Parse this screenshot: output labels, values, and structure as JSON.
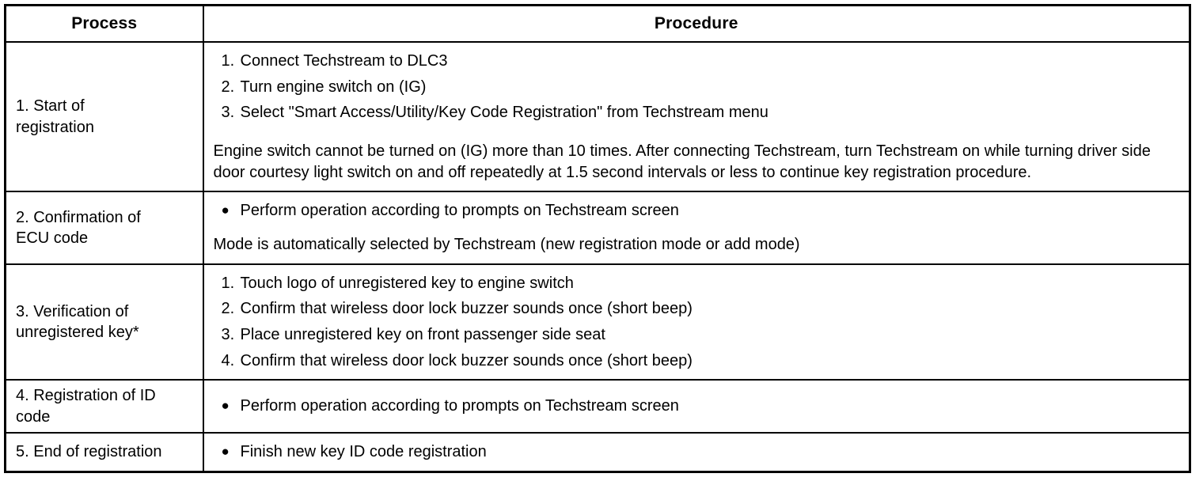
{
  "table": {
    "headers": {
      "process": "Process",
      "procedure": "Procedure"
    },
    "rows": [
      {
        "process": "1. Start of registration",
        "process_lines": [
          "1. Start of",
          "registration"
        ],
        "steps": [
          {
            "num": "1.",
            "text": "Connect Techstream to DLC3"
          },
          {
            "num": "2.",
            "text": "Turn engine switch on (IG)"
          },
          {
            "num": "3.",
            "text": "Select \"Smart Access/Utility/Key Code Registration\" from Techstream menu"
          }
        ],
        "note": "Engine switch cannot be turned on (IG) more than 10 times. After connecting Techstream, turn Techstream on while turning driver side door courtesy light switch on and off repeatedly at 1.5 second intervals or less to continue key registration procedure."
      },
      {
        "process": "2. Confirmation of ECU code",
        "process_lines": [
          "2. Confirmation of",
          "ECU code"
        ],
        "bullets": [
          {
            "dot": "●",
            "text": "Perform operation according to prompts on Techstream screen"
          }
        ],
        "note": "Mode is automatically selected by Techstream (new registration mode or add mode)"
      },
      {
        "process": "3. Verification of unregistered key*",
        "process_lines": [
          "3. Verification of",
          "unregistered key*"
        ],
        "steps": [
          {
            "num": "1.",
            "text": "Touch logo of unregistered key to engine switch"
          },
          {
            "num": "2.",
            "text": "Confirm that wireless door lock buzzer sounds once (short beep)"
          },
          {
            "num": "3.",
            "text": "Place unregistered key on front passenger side seat"
          },
          {
            "num": "4.",
            "text": "Confirm that wireless door lock buzzer sounds once (short beep)"
          }
        ]
      },
      {
        "process": "4. Registration of ID code",
        "process_lines": [
          "4. Registration of ID",
          "code"
        ],
        "bullets": [
          {
            "dot": "●",
            "text": "Perform operation according to prompts on Techstream screen"
          }
        ]
      },
      {
        "process": "5. End of registration",
        "process_lines": [
          "5. End of registration"
        ],
        "bullets": [
          {
            "dot": "●",
            "text": "Finish new key ID code registration"
          }
        ]
      }
    ]
  },
  "colors": {
    "border": "#000000",
    "text": "#000000",
    "background": "#ffffff"
  }
}
